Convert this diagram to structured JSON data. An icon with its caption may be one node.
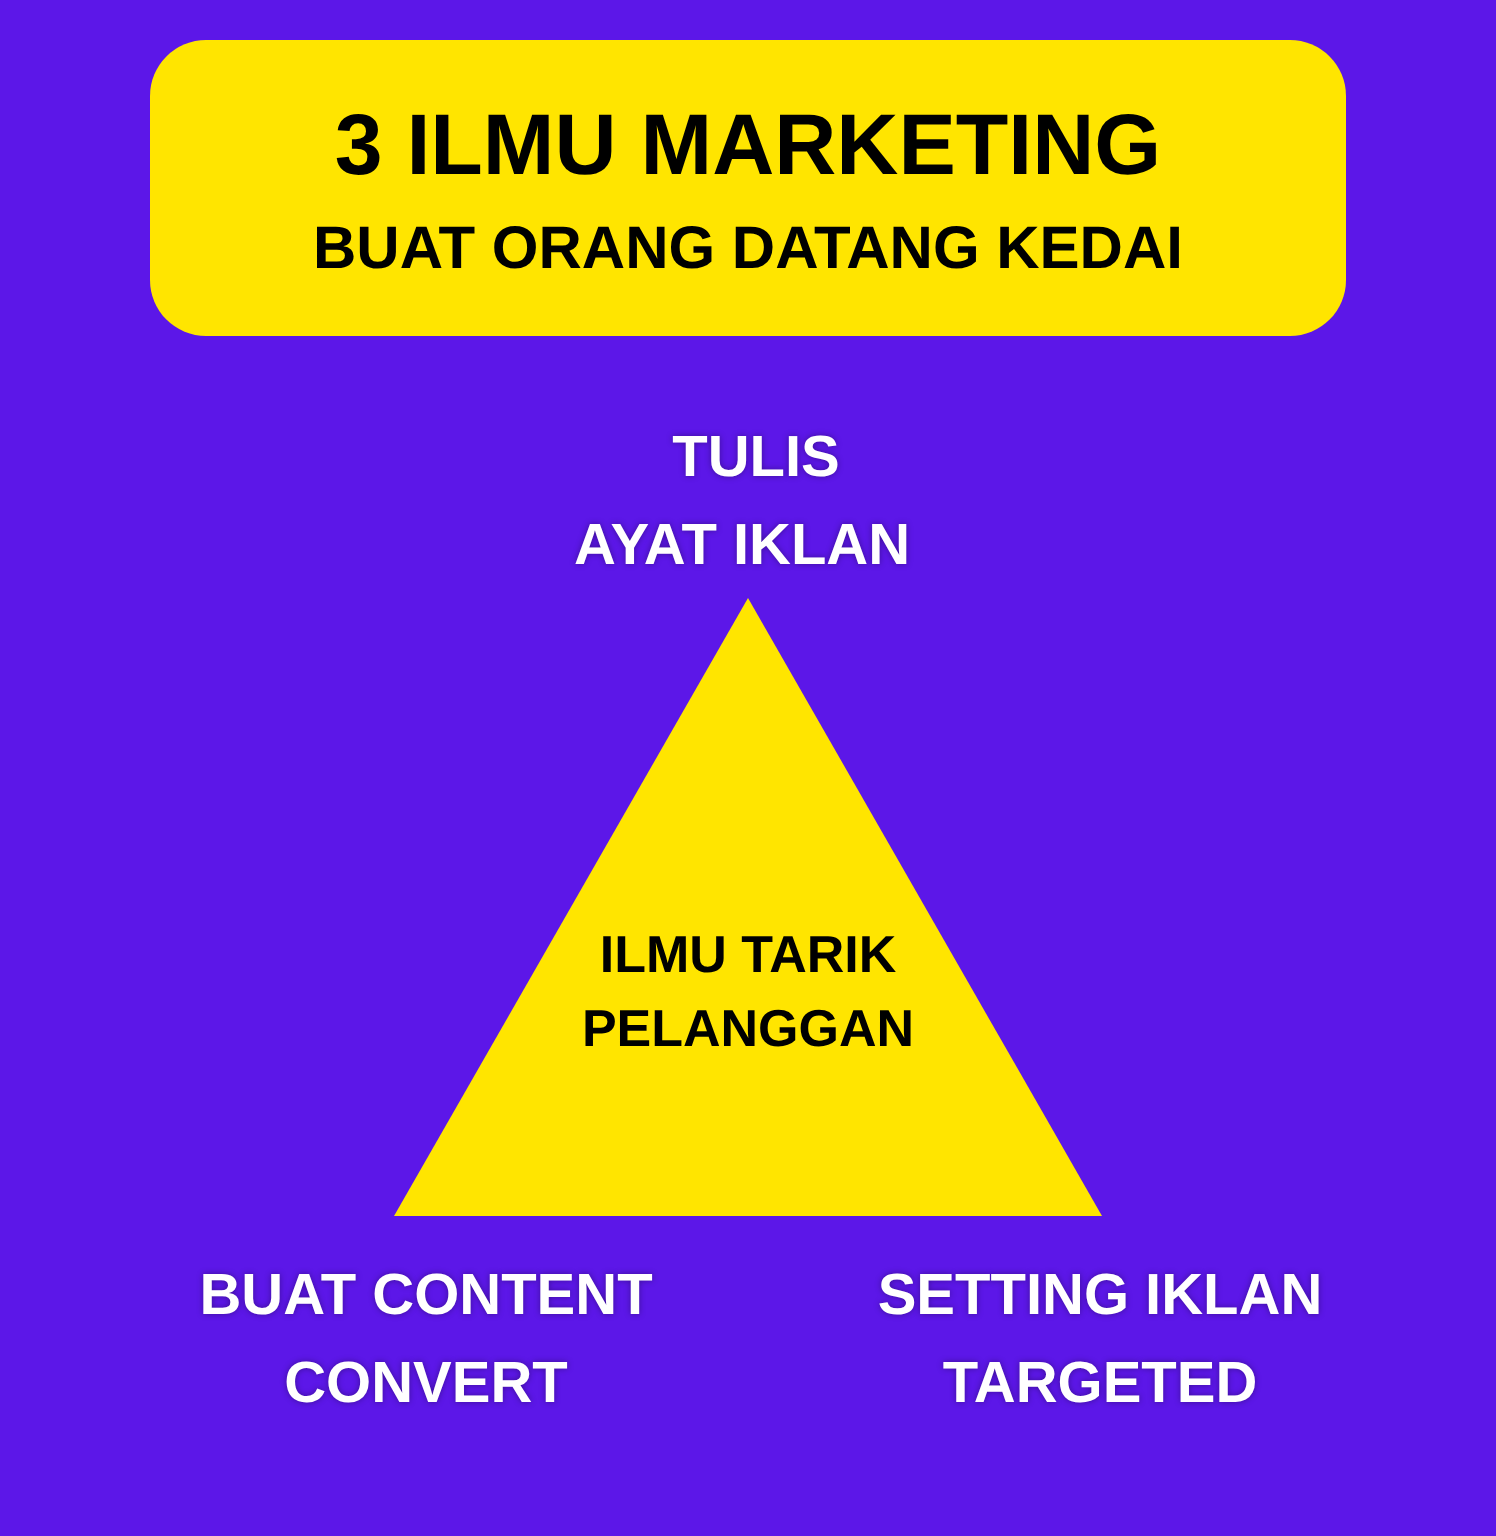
{
  "diagram": {
    "nodes": [
      {
        "text": [
          "3 ILMU MARKETING",
          "BUAT ORANG DATANG KEDAI"
        ]
      },
      {
        "text": [
          "ILMU TARIK PELANGGAN"
        ]
      }
    ],
    "labels": [
      "TULIS AYAT IKLAN",
      "BUAT CONTENT CONVERT",
      "SETTING IKLAN TARGETED"
    ]
  }
}
